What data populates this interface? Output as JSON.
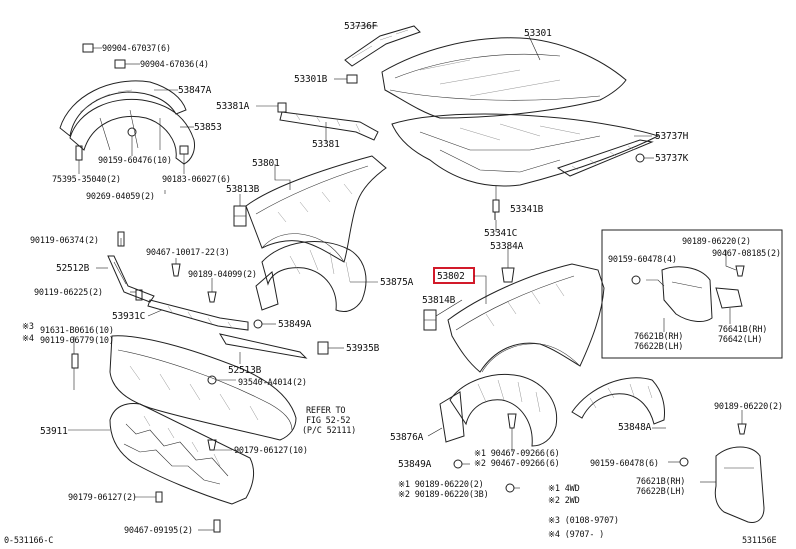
{
  "title": "",
  "colors": {
    "highlight": "#d21a2a",
    "line": "#222222",
    "background": "#ffffff"
  },
  "highlighted_part": "53802",
  "labels": {
    "p53736F": "53736F",
    "p53301": "53301",
    "p90904_67037": "90904-67037(6)",
    "p90904_67036": "90904-67036(4)",
    "p53847A": "53847A",
    "p53301B": "53301B",
    "p53381A": "53381A",
    "p53853": "53853",
    "p53381": "53381",
    "p53737H": "53737H",
    "p53737K": "53737K",
    "p90159_60476": "90159-60476(10)",
    "p75395_35040": "75395-35040(2)",
    "p90183_06027": "90183-06027(6)",
    "p53801": "53801",
    "p53813B": "53813B",
    "p90269_04059": "90269-04059(2)",
    "p53341C": "53341C",
    "p53341B": "53341B",
    "p90119_06374": "90119-06374(2)",
    "p90467_10017": "90467-10017-22(3)",
    "p53384A": "53384A",
    "p52512B": "52512B",
    "p90189_04099": "90189-04099(2)",
    "p53875A": "53875A",
    "p53802": "53802",
    "p90119_06225": "90119-06225(2)",
    "p53814B": "53814B",
    "p90189_06220_tr": "90189-06220(2)",
    "p90159_60478_box": "90159-60478(4)",
    "p90467_08185": "90467-08185(2)",
    "p53931C": "53931C",
    "p53849A_top": "53849A",
    "p91631_B0616": "91631-B0616(10)",
    "p90119_06779": "90119-06779(10)",
    "mark3": "※3",
    "mark4": "※4",
    "p53935B": "53935B",
    "p52513B": "52513B",
    "p76621B": "76621B(RH)",
    "p76622B": "76622B(LH)",
    "p76641B": "76641B(RH)",
    "p76642": "76642(LH)",
    "p93540": "93540-A4014(2)",
    "refer1": "REFER TO",
    "refer2": "FIG 52-52",
    "refer3": "(P/C 52111)",
    "p53911": "53911",
    "p90179_06127_10": "90179-06127(10)",
    "p53876A": "53876A",
    "p53848A": "53848A",
    "p90189_06220_r": "90189-06220(2)",
    "p53849A_bot": "53849A",
    "p90467_09266a": "※1 90467-09266(6)",
    "p90467_09266b": "※2 90467-09266(6)",
    "p90159_60478_r": "90159-60478(6)",
    "p76621B_2": "76621B(RH)",
    "p76622B_2": "76622B(LH)",
    "p90189_06220a": "※1 90189-06220(2)",
    "p90189_06220b": "※2 90189-06220(3B)",
    "p90179_06127_2": "90179-06127(2)",
    "p90467_09195": "90467-09195(2)",
    "legend1": "※1 4WD",
    "legend2": "※2 2WD",
    "legend3": "※3 (0108-9707)",
    "legend4": "※4 (9707-    )",
    "code_left": "0-531166-C",
    "code_right": "531156E"
  }
}
